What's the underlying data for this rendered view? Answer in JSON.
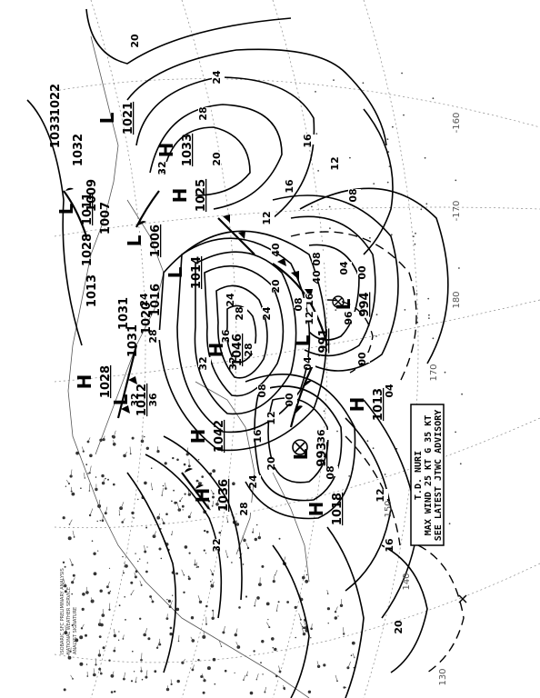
{
  "chart_header": {
    "lines": [
      "ISOBARIC SFC PRELIMINARY ANALYSIS",
      "NATIONAL WEATHER SERVICE",
      "ANALYST SIGNATURE"
    ]
  },
  "advisory": {
    "line1": "T.D. NURI",
    "line2": "MAX WIND 25 KT G 35 KT",
    "line3": "SEE LATEST JTWC ADVISORY"
  },
  "longitude_labels": [
    "-160",
    "-170",
    "180",
    "170",
    "160",
    "150",
    "140",
    "130"
  ],
  "pressure_centers": [
    {
      "type": "H",
      "value": "1033"
    },
    {
      "type": "H",
      "value": "1046"
    },
    {
      "type": "H",
      "value": "1042"
    },
    {
      "type": "H",
      "value": "1036"
    },
    {
      "type": "H",
      "value": "1018"
    },
    {
      "type": "H",
      "value": "1013"
    },
    {
      "type": "H",
      "value": "1025"
    },
    {
      "type": "H",
      "value": "1028"
    },
    {
      "type": "L",
      "value": "994"
    },
    {
      "type": "L",
      "value": "991"
    },
    {
      "type": "L",
      "value": "993"
    },
    {
      "type": "L",
      "value": "1021"
    },
    {
      "type": "L",
      "value": "1012"
    },
    {
      "type": "L",
      "value": "1014"
    },
    {
      "type": "L",
      "value": "1006"
    },
    {
      "type": "L",
      "value": "1011"
    }
  ],
  "other_pressure_values": [
    "1033",
    "1032",
    "1022",
    "1007",
    "1009",
    "1028",
    "1013",
    "1031",
    "1020",
    "1031",
    "1016"
  ],
  "isobar_labels": [
    "20",
    "24",
    "28",
    "32",
    "12",
    "16",
    "20",
    "24",
    "28",
    "32",
    "36",
    "40",
    "08",
    "04",
    "00",
    "96",
    "00",
    "04",
    "08",
    "12",
    "16",
    "20",
    "24",
    "28",
    "32",
    "36",
    "40",
    "16",
    "12",
    "08",
    "04",
    "00",
    "08",
    "12",
    "16",
    "20",
    "24",
    "28",
    "32",
    "36",
    "08",
    "12",
    "16",
    "20",
    "24",
    "28",
    "32"
  ]
}
